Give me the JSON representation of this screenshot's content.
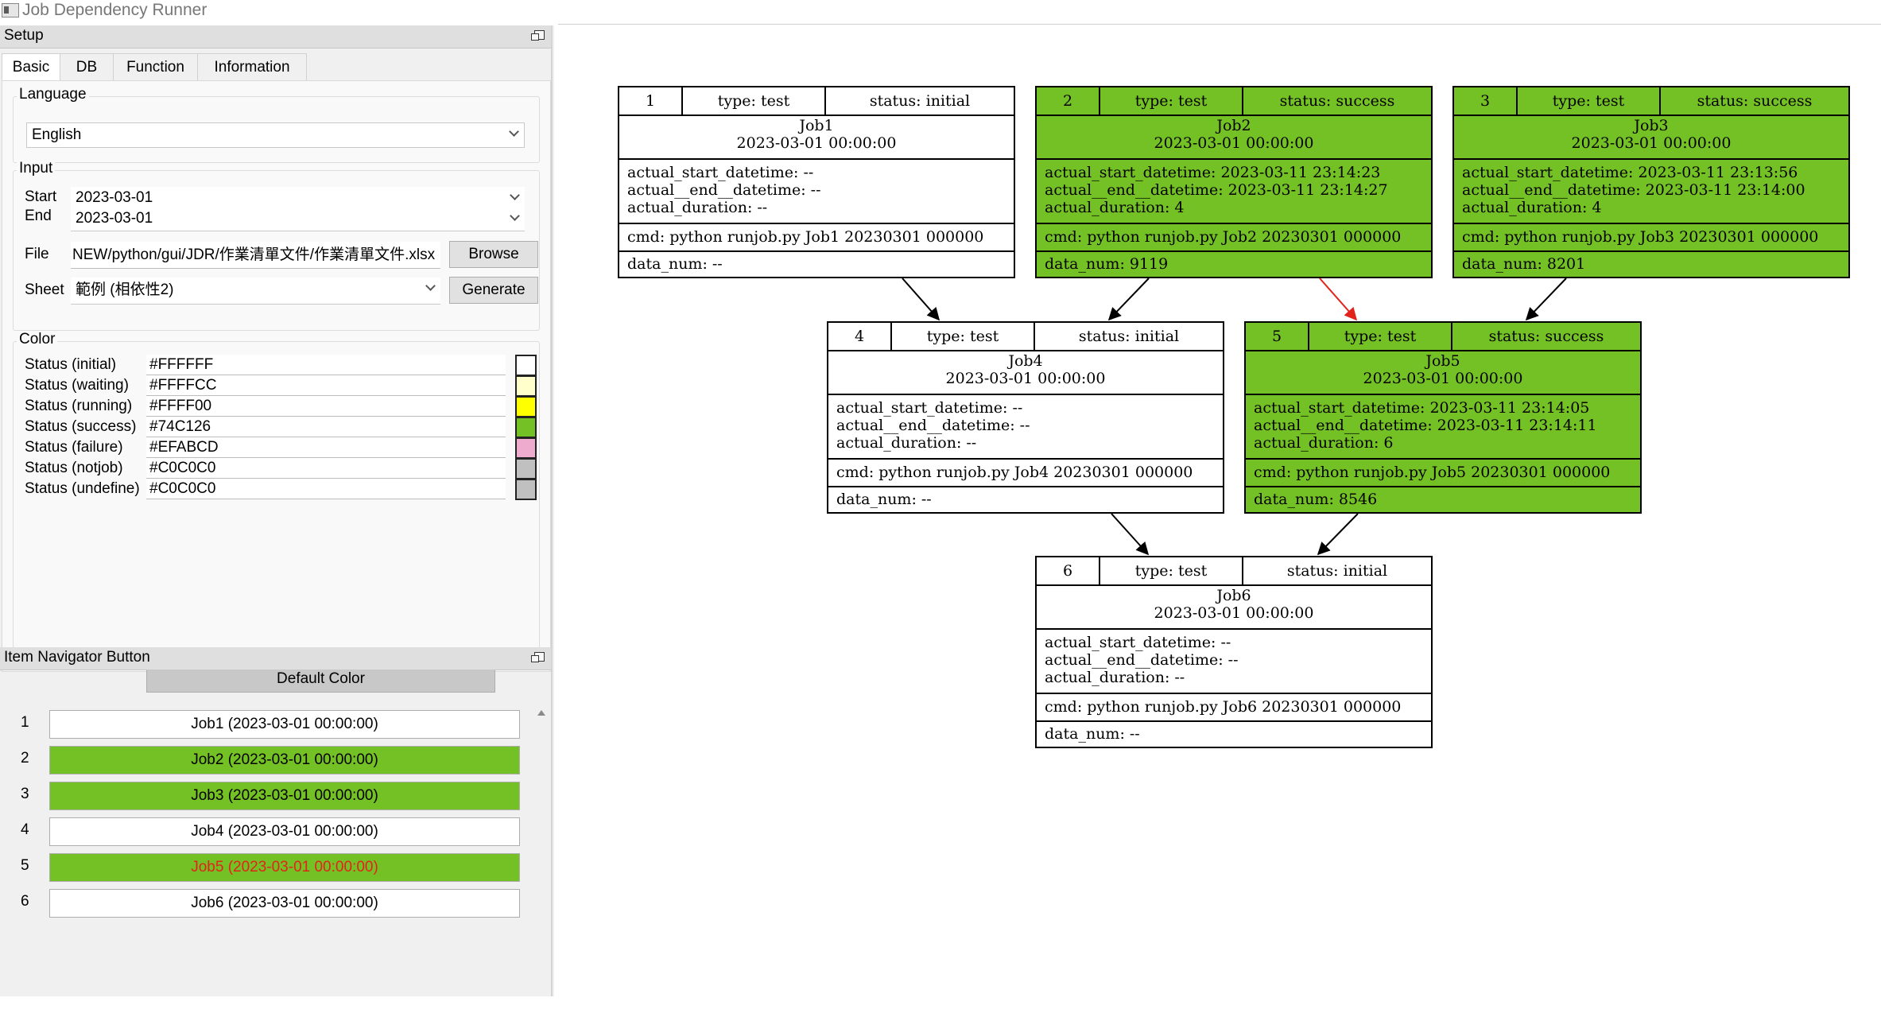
{
  "window": {
    "title": "Job Dependency Runner"
  },
  "setup": {
    "title": "Setup",
    "tabs": [
      "Basic",
      "DB",
      "Function",
      "Information"
    ],
    "language": {
      "label": "Language",
      "value": "English"
    },
    "input": {
      "label": "Input",
      "start_label": "Start",
      "start_value": "2023-03-01",
      "end_label": "End",
      "end_value": "2023-03-01",
      "file_label": "File",
      "file_value": "NEW/python/gui/JDR/作業清單文件/作業清單文件.xlsx",
      "browse": "Browse",
      "sheet_label": "Sheet",
      "sheet_value": "範例 (相依性2)",
      "generate": "Generate"
    },
    "color": {
      "label": "Color",
      "rows": [
        {
          "label": "Status (initial)",
          "value": "#FFFFFF",
          "swatch": "#FFFFFF"
        },
        {
          "label": "Status (waiting)",
          "value": "#FFFFCC",
          "swatch": "#FFFFCC"
        },
        {
          "label": "Status (running)",
          "value": "#FFFF00",
          "swatch": "#FFFF00"
        },
        {
          "label": "Status (success)",
          "value": "#74C126",
          "swatch": "#74C126"
        },
        {
          "label": "Status (failure)",
          "value": "#EFABCD",
          "swatch": "#EFABCD"
        },
        {
          "label": "Status (notjob)",
          "value": "#C0C0C0",
          "swatch": "#C0C0C0"
        },
        {
          "label": "Status (undefine)",
          "value": "#C0C0C0",
          "swatch": "#C0C0C0"
        }
      ],
      "default_button": "Default Color"
    }
  },
  "navigator": {
    "title": "Item Navigator Button",
    "items": [
      {
        "num": "1",
        "label": "Job1 (2023-03-01 00:00:00)",
        "bg": "#FFFFFF",
        "fg": "#000000"
      },
      {
        "num": "2",
        "label": "Job2 (2023-03-01 00:00:00)",
        "bg": "#74C126",
        "fg": "#000000"
      },
      {
        "num": "3",
        "label": "Job3 (2023-03-01 00:00:00)",
        "bg": "#74C126",
        "fg": "#000000"
      },
      {
        "num": "4",
        "label": "Job4 (2023-03-01 00:00:00)",
        "bg": "#FFFFFF",
        "fg": "#000000"
      },
      {
        "num": "5",
        "label": "Job5 (2023-03-01 00:00:00)",
        "bg": "#74C126",
        "fg": "#E2231A"
      },
      {
        "num": "6",
        "label": "Job6 (2023-03-01 00:00:00)",
        "bg": "#FFFFFF",
        "fg": "#000000"
      }
    ]
  },
  "graph": {
    "nodes": [
      {
        "id": "1",
        "type": "type: test",
        "status": "status: initial",
        "name": "Job1",
        "date": "2023-03-01 00:00:00",
        "start": "actual_start_datetime: --",
        "end": "actual__end__datetime: --",
        "duration": "actual_duration: --",
        "cmd": "cmd: python runjob.py Job1 20230301 000000",
        "data_num": "data_num: --",
        "bg": "#FFFFFF"
      },
      {
        "id": "2",
        "type": "type: test",
        "status": "status: success",
        "name": "Job2",
        "date": "2023-03-01 00:00:00",
        "start": "actual_start_datetime: 2023-03-11 23:14:23",
        "end": "actual__end__datetime: 2023-03-11 23:14:27",
        "duration": "actual_duration: 4",
        "cmd": "cmd: python runjob.py Job2 20230301 000000",
        "data_num": "data_num: 9119",
        "bg": "#74C126"
      },
      {
        "id": "3",
        "type": "type: test",
        "status": "status: success",
        "name": "Job3",
        "date": "2023-03-01 00:00:00",
        "start": "actual_start_datetime: 2023-03-11 23:13:56",
        "end": "actual__end__datetime: 2023-03-11 23:14:00",
        "duration": "actual_duration: 4",
        "cmd": "cmd: python runjob.py Job3 20230301 000000",
        "data_num": "data_num: 8201",
        "bg": "#74C126"
      },
      {
        "id": "4",
        "type": "type: test",
        "status": "status: initial",
        "name": "Job4",
        "date": "2023-03-01 00:00:00",
        "start": "actual_start_datetime: --",
        "end": "actual__end__datetime: --",
        "duration": "actual_duration: --",
        "cmd": "cmd: python runjob.py Job4 20230301 000000",
        "data_num": "data_num: --",
        "bg": "#FFFFFF"
      },
      {
        "id": "5",
        "type": "type: test",
        "status": "status: success",
        "name": "Job5",
        "date": "2023-03-01 00:00:00",
        "start": "actual_start_datetime: 2023-03-11 23:14:05",
        "end": "actual__end__datetime: 2023-03-11 23:14:11",
        "duration": "actual_duration: 6",
        "cmd": "cmd: python runjob.py Job5 20230301 000000",
        "data_num": "data_num: 8546",
        "bg": "#74C126"
      },
      {
        "id": "6",
        "type": "type: test",
        "status": "status: initial",
        "name": "Job6",
        "date": "2023-03-01 00:00:00",
        "start": "actual_start_datetime: --",
        "end": "actual__end__datetime: --",
        "duration": "actual_duration: --",
        "cmd": "cmd: python runjob.py Job6 20230301 000000",
        "data_num": "data_num: --",
        "bg": "#FFFFFF"
      }
    ],
    "edges": [
      {
        "from": "1",
        "to": "4",
        "color": "#000000"
      },
      {
        "from": "2",
        "to": "4",
        "color": "#000000"
      },
      {
        "from": "2",
        "to": "5",
        "color": "#E2231A"
      },
      {
        "from": "3",
        "to": "5",
        "color": "#000000"
      },
      {
        "from": "4",
        "to": "6",
        "color": "#000000"
      },
      {
        "from": "5",
        "to": "6",
        "color": "#000000"
      }
    ]
  }
}
